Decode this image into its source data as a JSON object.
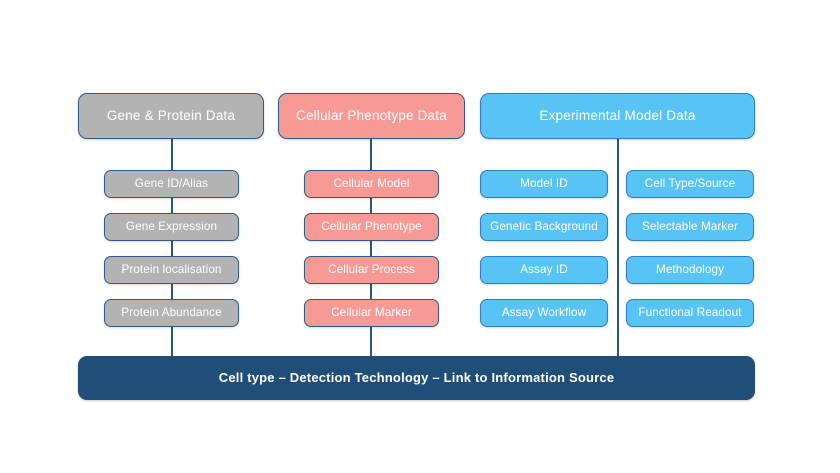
{
  "diagram": {
    "title_present": false,
    "colors": {
      "grey": "#b3b3b3",
      "pink": "#f79a95",
      "blue": "#58c3f5",
      "navy": "#1f4e79",
      "border_dark_blue": "#2e5c8a",
      "border_light_blue": "#2d7fc4",
      "connector": "#2b5580",
      "text": "#ffffff",
      "background": "#ffffff"
    },
    "headers": [
      {
        "label": "Gene & Protein Data",
        "color": "grey"
      },
      {
        "label": "Cellular Phenotype Data",
        "color": "pink"
      },
      {
        "label": "Experimental Model Data",
        "color": "blue"
      }
    ],
    "columns": [
      {
        "name": "gene-protein-data",
        "color": "grey",
        "items": [
          "Gene ID/Alias",
          "Gene Expression",
          "Protein localisation",
          "Protein Abundance"
        ]
      },
      {
        "name": "cellular-phenotype-data",
        "color": "pink",
        "items": [
          "Cellular Model",
          "Cellular Phenotype",
          "Cellular Process",
          "Cellular Marker"
        ]
      },
      {
        "name": "experimental-model-data-left",
        "color": "blue",
        "items": [
          "Model ID",
          "Genetic Background",
          "Assay ID",
          "Assay Workflow"
        ]
      },
      {
        "name": "experimental-model-data-right",
        "color": "blue",
        "items": [
          "Cell Type/Source",
          "Selectable Marker",
          "Methodology",
          "Functional Readout"
        ]
      }
    ],
    "footer": {
      "label": "Cell type – Detection Technology – Link to Information Source",
      "color": "navy"
    }
  }
}
